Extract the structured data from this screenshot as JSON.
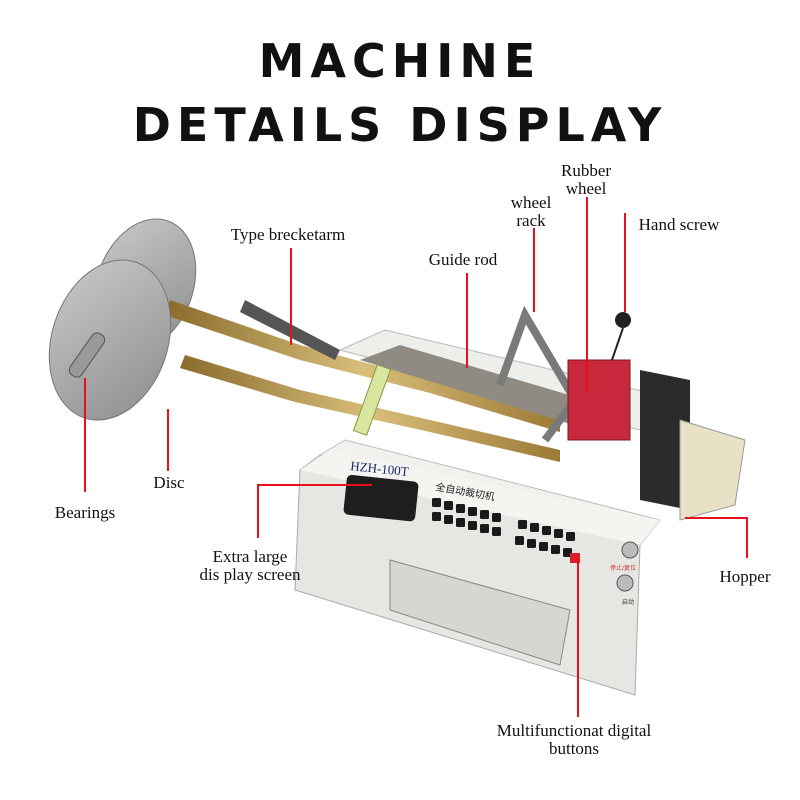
{
  "title": {
    "line1": "MACHINE",
    "line2": "DETAILS DISPLAY"
  },
  "machine": {
    "model": "HZH-100T",
    "name_cn": "全自动裁切机",
    "start_cn": "启动",
    "stop_cn": "停止/复位"
  },
  "callouts": [
    {
      "id": "type-brecketarm",
      "lines": [
        "Type brecketarm"
      ]
    },
    {
      "id": "guide-rod",
      "lines": [
        "Guide rod"
      ]
    },
    {
      "id": "wheel-rack",
      "lines": [
        "wheel",
        "rack"
      ]
    },
    {
      "id": "rubber-wheel",
      "lines": [
        "Rubber",
        "wheel"
      ]
    },
    {
      "id": "hand-screw",
      "lines": [
        "Hand screw"
      ]
    },
    {
      "id": "bearings",
      "lines": [
        "Bearings"
      ]
    },
    {
      "id": "disc",
      "lines": [
        "Disc"
      ]
    },
    {
      "id": "display-screen",
      "lines": [
        "Extra large",
        "dis play screen"
      ]
    },
    {
      "id": "hopper",
      "lines": [
        "Hopper"
      ]
    },
    {
      "id": "digital-buttons",
      "lines": [
        "Multifunctionat digital",
        "buttons"
      ]
    }
  ],
  "colors": {
    "leader": "#e8101a",
    "text": "#111111",
    "body": "#e6e6e2",
    "tape": "#b8964a",
    "rubber": "#c8283c"
  }
}
